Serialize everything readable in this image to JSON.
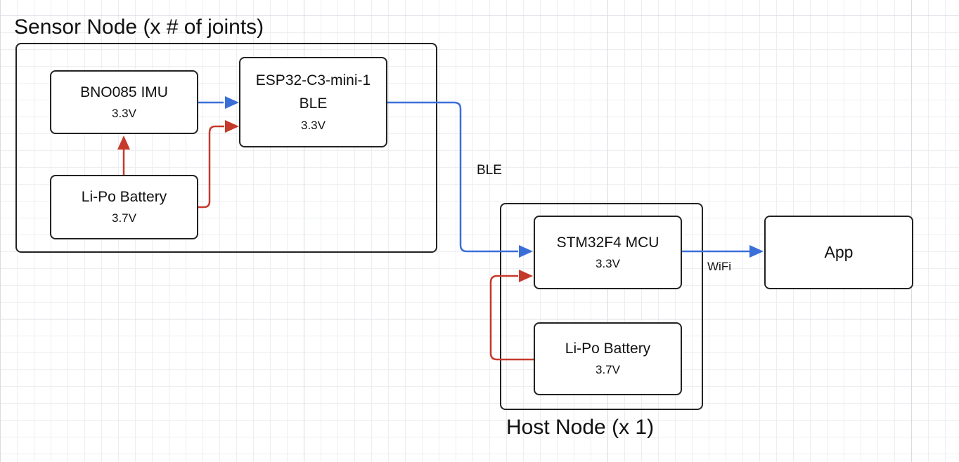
{
  "groups": {
    "sensor": {
      "label": "Sensor Node (x # of joints)"
    },
    "host": {
      "label": "Host Node (x 1)"
    }
  },
  "nodes": {
    "imu": {
      "title": "BNO085 IMU",
      "voltage": "3.3V"
    },
    "sensor_battery": {
      "title": "Li-Po Battery",
      "voltage": "3.7V"
    },
    "esp32": {
      "title": "ESP32-C3-mini-1",
      "subtitle": "BLE",
      "voltage": "3.3V"
    },
    "stm32": {
      "title": "STM32F4 MCU",
      "voltage": "3.3V"
    },
    "host_battery": {
      "title": "Li-Po Battery",
      "voltage": "3.7V"
    },
    "app": {
      "title": "App"
    }
  },
  "edges": {
    "ble_label": "BLE",
    "wifi_label": "WiFi"
  },
  "colors": {
    "data_line": "#3b6fd8",
    "power_line": "#c63a2b",
    "border": "#222222"
  }
}
